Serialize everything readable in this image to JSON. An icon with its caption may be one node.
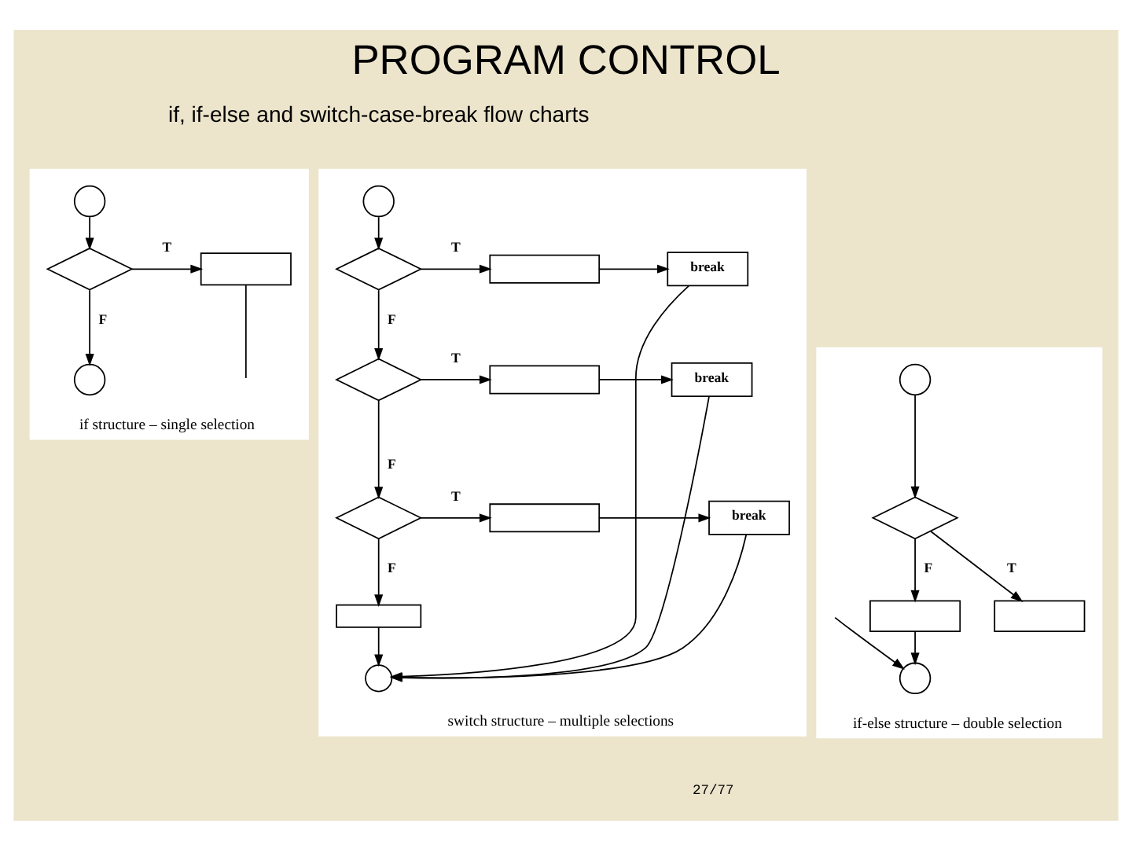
{
  "diagram": {
    "title": "PROGRAM CONTROL",
    "nodes": [
      {
        "text": [
          "if structure – single selection"
        ]
      },
      {
        "text": [],
        "shape": "circle",
        "in": 0
      },
      {
        "text": [],
        "shape": "diamond",
        "in": 0
      },
      {
        "text": [],
        "shape": "box",
        "in": 0
      },
      {
        "text": [],
        "shape": "circle",
        "in": 0
      },
      {
        "text": [
          "if-else structure – double selection"
        ]
      },
      {
        "text": [],
        "shape": "circle",
        "in": 5
      },
      {
        "text": [],
        "shape": "diamond",
        "in": 5
      },
      {
        "text": [],
        "shape": "box",
        "in": 5
      },
      {
        "text": [],
        "shape": "box",
        "in": 5
      },
      {
        "text": [],
        "shape": "circle",
        "in": 5
      },
      {
        "text": [
          "switch structure – multiple selections"
        ]
      },
      {
        "text": [],
        "shape": "circle",
        "in": 11
      },
      {
        "text": [],
        "shape": "diamond",
        "in": 11
      },
      {
        "text": [],
        "shape": "box",
        "in": 11
      },
      {
        "text": [
          "break"
        ],
        "in": 11
      },
      {
        "text": [],
        "shape": "diamond",
        "in": 11
      },
      {
        "text": [],
        "shape": "box",
        "in": 11
      },
      {
        "text": [
          "break"
        ],
        "in": 11
      },
      {
        "text": [],
        "shape": "diamond",
        "in": 11
      },
      {
        "text": [],
        "shape": "box",
        "in": 11
      },
      {
        "text": [
          "break"
        ],
        "in": 11
      },
      {
        "text": [],
        "shape": "box",
        "in": 11
      },
      {
        "text": [],
        "shape": "circle",
        "in": 11
      }
    ],
    "edges": [
      {
        "from": 1,
        "to": 2,
        "arrow": "to"
      },
      {
        "from": 2,
        "to": 3,
        "arrow": "to",
        "label": "T"
      },
      {
        "from": 2,
        "to": 4,
        "arrow": "to",
        "label": "F"
      },
      {
        "from": 3,
        "to": null,
        "arrow": "none"
      },
      {
        "from": 6,
        "to": 7,
        "arrow": "to"
      },
      {
        "from": 7,
        "to": 8,
        "arrow": "to",
        "label": "F"
      },
      {
        "from": 7,
        "to": 9,
        "arrow": "to",
        "label": "T"
      },
      {
        "from": 8,
        "to": 10,
        "arrow": "to"
      },
      {
        "from": null,
        "to": 10,
        "arrow": "to"
      },
      {
        "from": 12,
        "to": 13,
        "arrow": "to"
      },
      {
        "from": 13,
        "to": 14,
        "arrow": "to",
        "label": "T"
      },
      {
        "from": 14,
        "to": 15,
        "arrow": "to"
      },
      {
        "from": 15,
        "to": 23,
        "arrow": "to"
      },
      {
        "from": 13,
        "to": 16,
        "arrow": "to",
        "label": "F"
      },
      {
        "from": 16,
        "to": 17,
        "arrow": "to",
        "label": "T"
      },
      {
        "from": 17,
        "to": 18,
        "arrow": "to"
      },
      {
        "from": 18,
        "to": 23,
        "arrow": "to"
      },
      {
        "from": 16,
        "to": 19,
        "arrow": "to",
        "label": "F"
      },
      {
        "from": 19,
        "to": 20,
        "arrow": "to",
        "label": "T"
      },
      {
        "from": 20,
        "to": 21,
        "arrow": "to"
      },
      {
        "from": 21,
        "to": 23,
        "arrow": "to"
      },
      {
        "from": 19,
        "to": 22,
        "arrow": "to",
        "label": "F"
      },
      {
        "from": 22,
        "to": 23,
        "arrow": "to"
      }
    ],
    "labels": [
      "if, if-else and switch-case-break flow charts",
      "27/77"
    ]
  }
}
